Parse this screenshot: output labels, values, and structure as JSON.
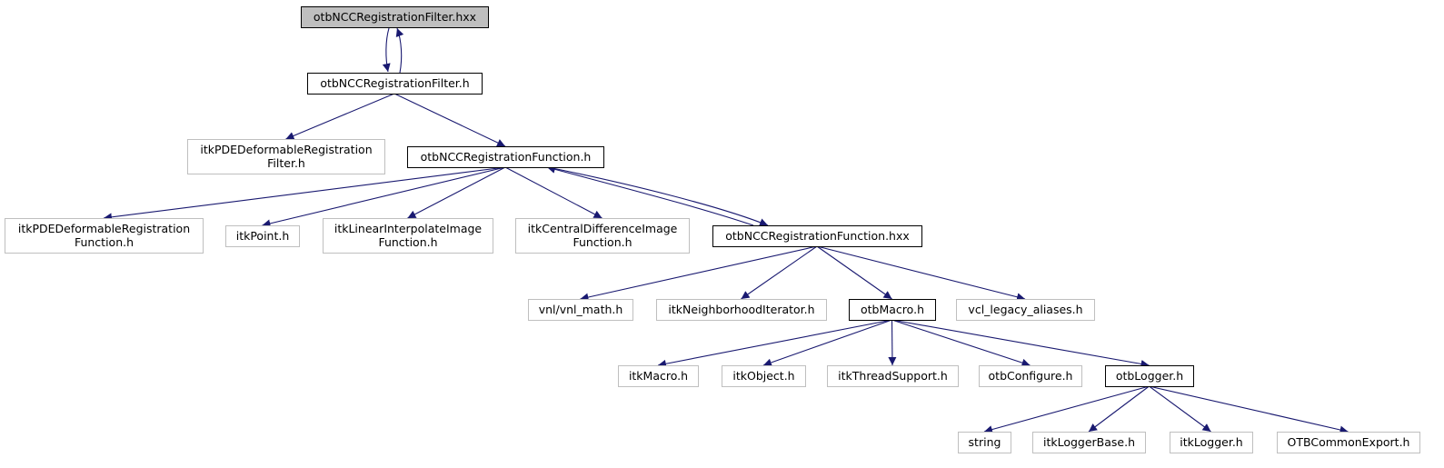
{
  "colors": {
    "edge": "#191970",
    "node_border_documented": "#000000",
    "node_border_external": "#bfbfbf",
    "focus_fill": "#bfbfbf",
    "node_fill": "#ffffff"
  },
  "nodes": {
    "filter_hxx": {
      "lines": [
        "otbNCCRegistrationFilter.hxx"
      ],
      "kind": "focus"
    },
    "filter_h": {
      "lines": [
        "otbNCCRegistrationFilter.h"
      ],
      "kind": "documented"
    },
    "pde_filter": {
      "lines": [
        "itkPDEDeformableRegistration",
        "Filter.h"
      ],
      "kind": "external"
    },
    "function_h": {
      "lines": [
        "otbNCCRegistrationFunction.h"
      ],
      "kind": "documented"
    },
    "pde_function": {
      "lines": [
        "itkPDEDeformableRegistration",
        "Function.h"
      ],
      "kind": "external"
    },
    "point": {
      "lines": [
        "itkPoint.h"
      ],
      "kind": "external"
    },
    "linear_interp": {
      "lines": [
        "itkLinearInterpolateImage",
        "Function.h"
      ],
      "kind": "external"
    },
    "central_diff": {
      "lines": [
        "itkCentralDifferenceImage",
        "Function.h"
      ],
      "kind": "external"
    },
    "function_hxx": {
      "lines": [
        "otbNCCRegistrationFunction.hxx"
      ],
      "kind": "documented"
    },
    "vnl_math": {
      "lines": [
        "vnl/vnl_math.h"
      ],
      "kind": "external"
    },
    "neighborhood_iter": {
      "lines": [
        "itkNeighborhoodIterator.h"
      ],
      "kind": "external"
    },
    "otb_macro": {
      "lines": [
        "otbMacro.h"
      ],
      "kind": "documented"
    },
    "vcl_legacy": {
      "lines": [
        "vcl_legacy_aliases.h"
      ],
      "kind": "external"
    },
    "itk_macro": {
      "lines": [
        "itkMacro.h"
      ],
      "kind": "external"
    },
    "itk_object": {
      "lines": [
        "itkObject.h"
      ],
      "kind": "external"
    },
    "itk_thread": {
      "lines": [
        "itkThreadSupport.h"
      ],
      "kind": "external"
    },
    "otb_configure": {
      "lines": [
        "otbConfigure.h"
      ],
      "kind": "external"
    },
    "otb_logger": {
      "lines": [
        "otbLogger.h"
      ],
      "kind": "documented"
    },
    "string": {
      "lines": [
        "string"
      ],
      "kind": "external"
    },
    "logger_base": {
      "lines": [
        "itkLoggerBase.h"
      ],
      "kind": "external"
    },
    "itk_logger": {
      "lines": [
        "itkLogger.h"
      ],
      "kind": "external"
    },
    "common_export": {
      "lines": [
        "OTBCommonExport.h"
      ],
      "kind": "external"
    }
  },
  "edges": [
    [
      "filter_hxx",
      "filter_h"
    ],
    [
      "filter_h",
      "filter_hxx"
    ],
    [
      "filter_h",
      "pde_filter"
    ],
    [
      "filter_h",
      "function_h"
    ],
    [
      "function_h",
      "pde_function"
    ],
    [
      "function_h",
      "point"
    ],
    [
      "function_h",
      "linear_interp"
    ],
    [
      "function_h",
      "central_diff"
    ],
    [
      "function_h",
      "function_hxx"
    ],
    [
      "function_hxx",
      "function_h"
    ],
    [
      "function_hxx",
      "vnl_math"
    ],
    [
      "function_hxx",
      "neighborhood_iter"
    ],
    [
      "function_hxx",
      "otb_macro"
    ],
    [
      "function_hxx",
      "vcl_legacy"
    ],
    [
      "otb_macro",
      "itk_macro"
    ],
    [
      "otb_macro",
      "itk_object"
    ],
    [
      "otb_macro",
      "itk_thread"
    ],
    [
      "otb_macro",
      "otb_configure"
    ],
    [
      "otb_macro",
      "otb_logger"
    ],
    [
      "otb_logger",
      "string"
    ],
    [
      "otb_logger",
      "logger_base"
    ],
    [
      "otb_logger",
      "itk_logger"
    ],
    [
      "otb_logger",
      "common_export"
    ]
  ]
}
